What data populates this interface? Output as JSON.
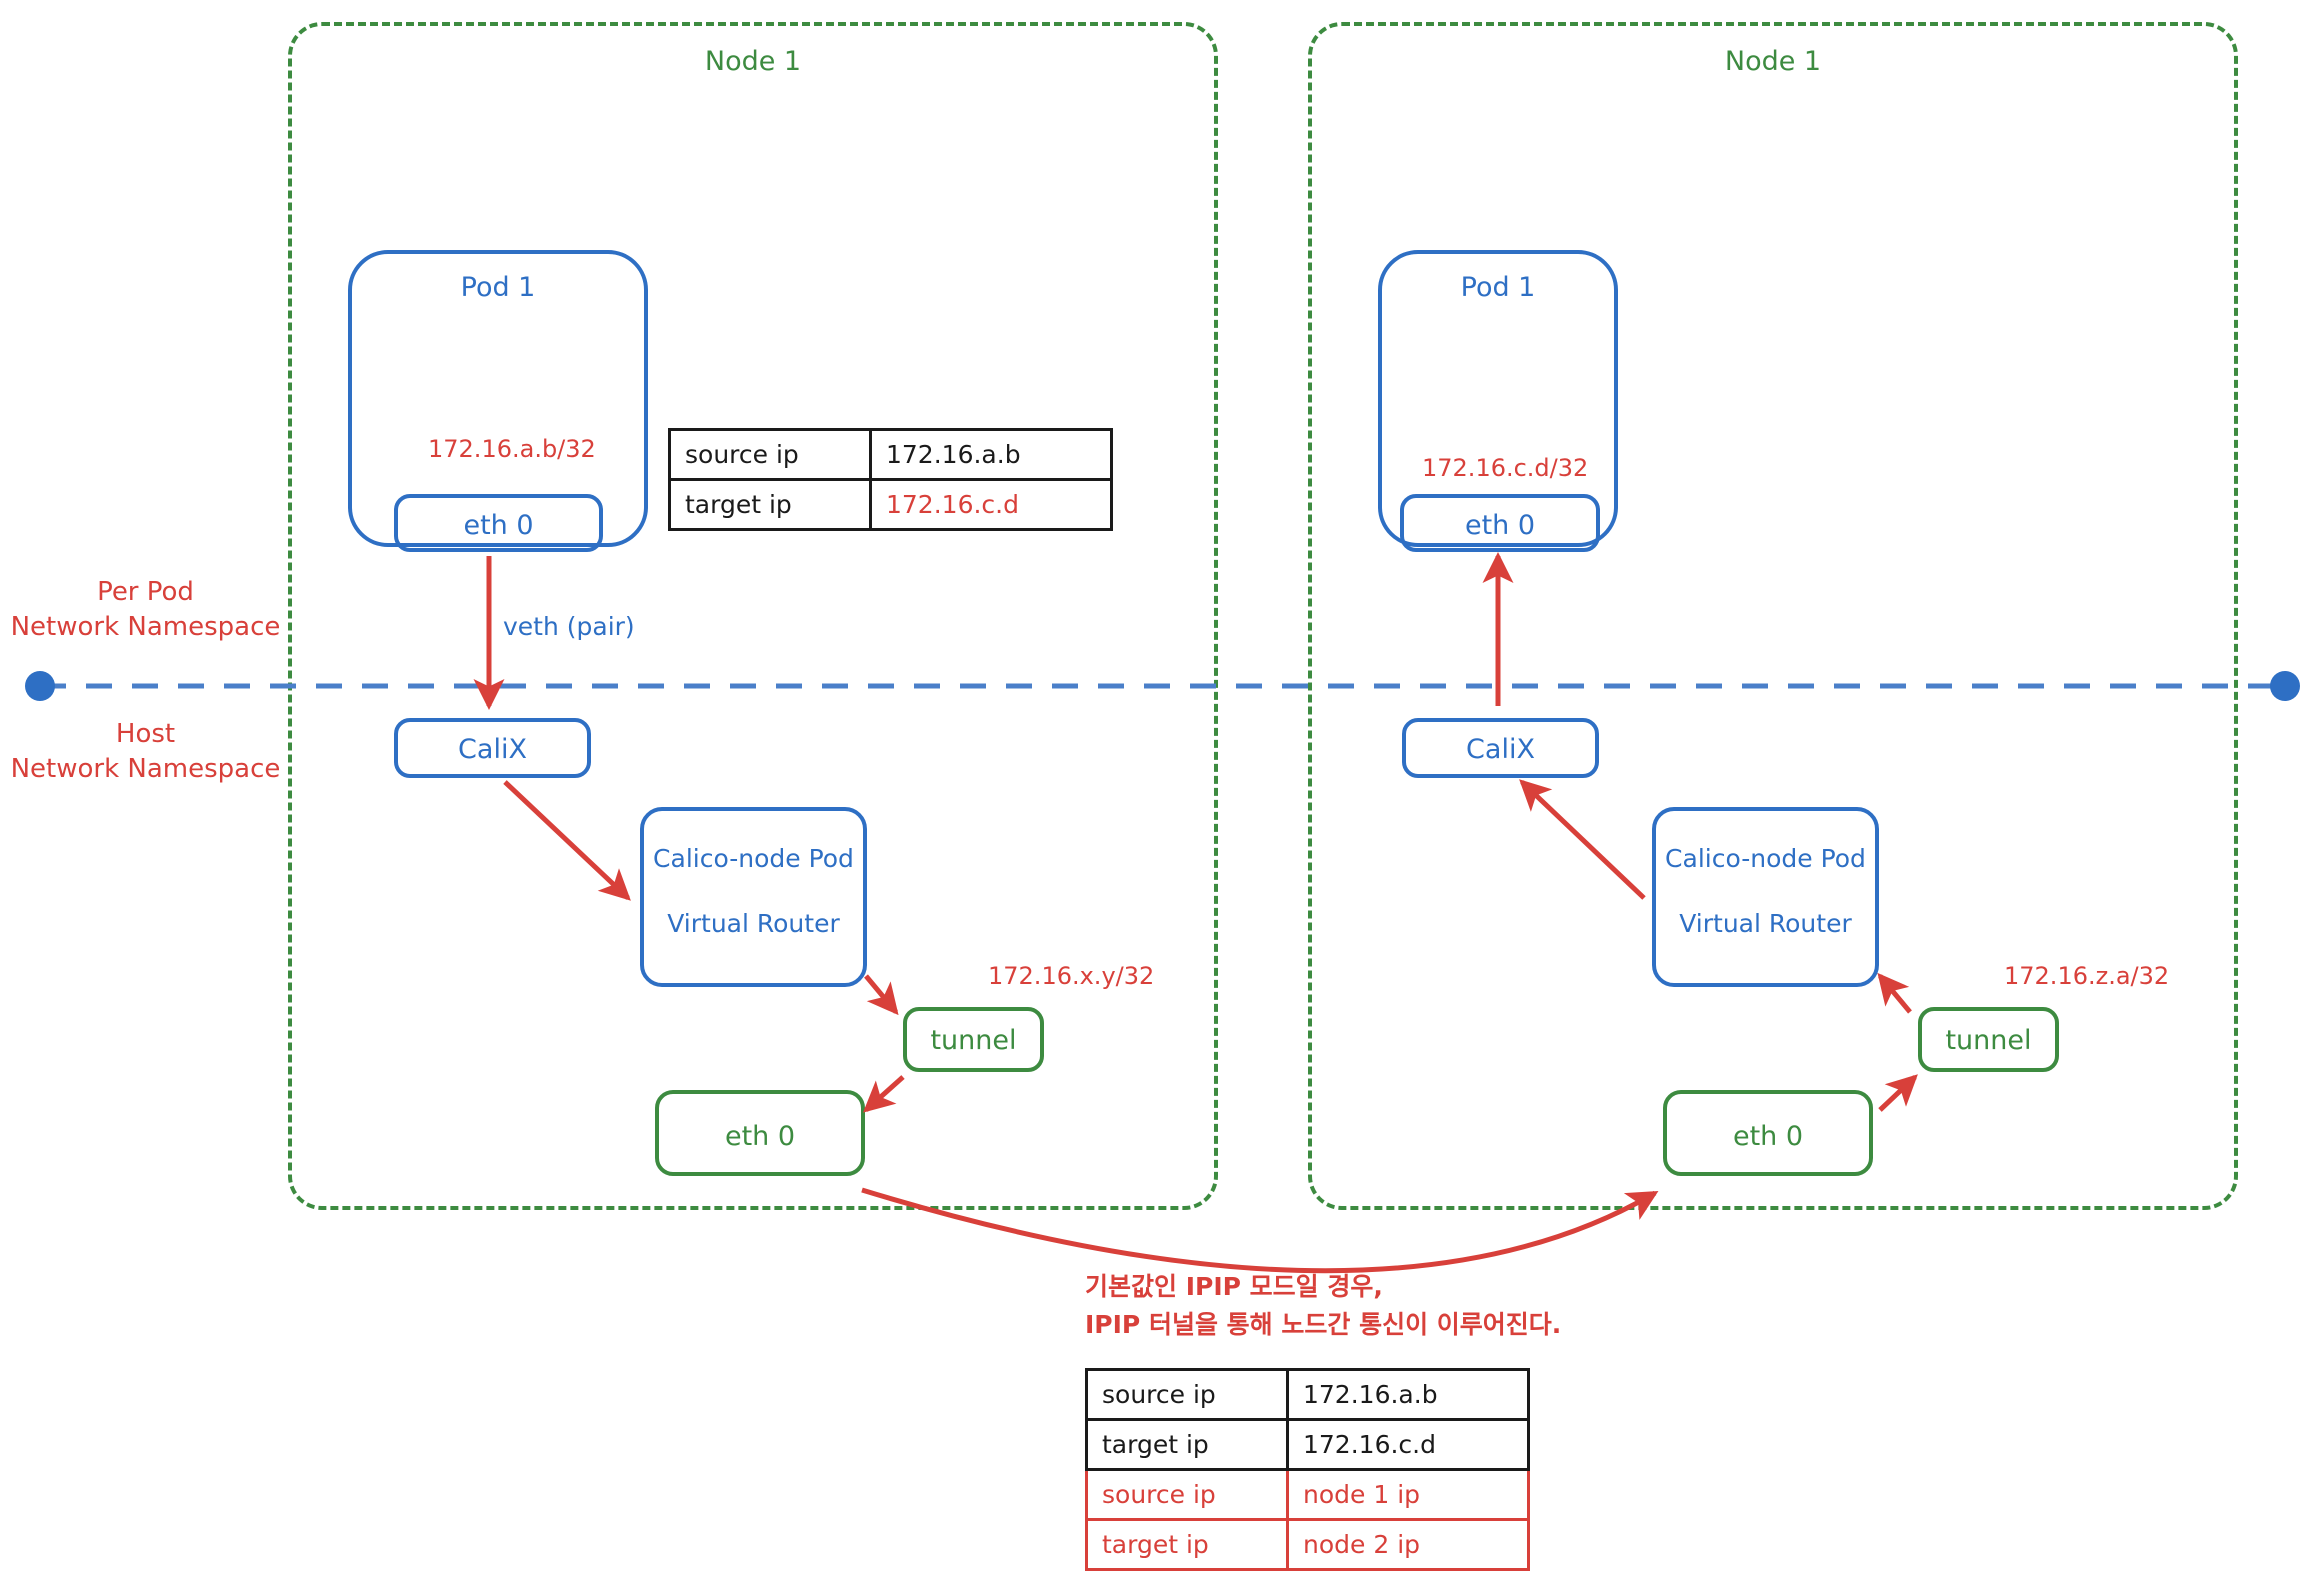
{
  "diagram": {
    "title": "Calico IPIP mode pod-to-pod networking across nodes",
    "colors": {
      "blue": "#2e6fc4",
      "green": "#3d8b40",
      "red": "#d8403a",
      "black": "#1a1a1a"
    }
  },
  "namespaces": {
    "pod_ns_label": "Per Pod\nNetwork Namespace",
    "host_ns_label": "Host\nNetwork Namespace"
  },
  "left_node": {
    "title": "Node 1",
    "pod": {
      "title": "Pod 1",
      "ip": "172.16.a.b/32",
      "interface": "eth 0"
    },
    "veth_label": "veth (pair)",
    "calix": "CaliX",
    "router": {
      "line1": "Calico-node Pod",
      "line2": "Virtual Router"
    },
    "tunnel": {
      "label": "tunnel",
      "ip": "172.16.x.y/32"
    },
    "host_eth": "eth 0"
  },
  "right_node": {
    "title": "Node 1",
    "pod": {
      "title": "Pod 1",
      "ip": "172.16.c.d/32",
      "interface": "eth 0"
    },
    "calix": "CaliX",
    "router": {
      "line1": "Calico-node Pod",
      "line2": "Virtual Router"
    },
    "tunnel": {
      "label": "tunnel",
      "ip": "172.16.z.a/32"
    },
    "host_eth": "eth 0"
  },
  "packet_table_top": {
    "rows": [
      {
        "label": "source ip",
        "value": "172.16.a.b",
        "value_color": "black"
      },
      {
        "label": "target ip",
        "value": "172.16.c.d",
        "value_color": "red"
      }
    ]
  },
  "packet_table_bottom": {
    "rows": [
      {
        "label": "source ip",
        "value": "172.16.a.b",
        "color": "black"
      },
      {
        "label": "target ip",
        "value": "172.16.c.d",
        "color": "black"
      },
      {
        "label": "source ip",
        "value": "node 1 ip",
        "color": "red"
      },
      {
        "label": "target ip",
        "value": "node 2 ip",
        "color": "red"
      }
    ]
  },
  "annotation": {
    "line1": "기본값인 IPIP 모드일 경우,",
    "line2": "IPIP 터널을 통해 노드간 통신이 이루어진다."
  }
}
